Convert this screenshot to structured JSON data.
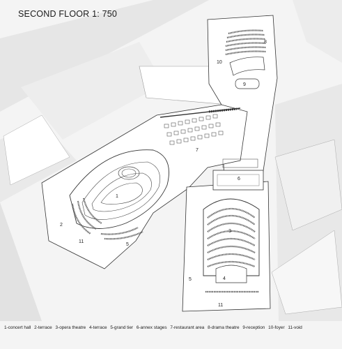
{
  "title": "SECOND FLOOR   1: 750",
  "room_labels": {
    "r1": "1",
    "r2": "2",
    "r3": "3",
    "r4": "4",
    "r5a": "5",
    "r5b": "5",
    "r6": "6",
    "r7": "7",
    "r8": "8",
    "r9": "9",
    "r10": "10",
    "r11a": "11",
    "r11b": "11"
  },
  "legend": [
    "1-concert hall",
    "2-terrace",
    "3-opera theatre",
    "4-terrace",
    "5-grand tier",
    "6-annex stages",
    "7-restaurant area",
    "8-drama theatre",
    "9-reception",
    "10-foyer",
    "11-void"
  ]
}
